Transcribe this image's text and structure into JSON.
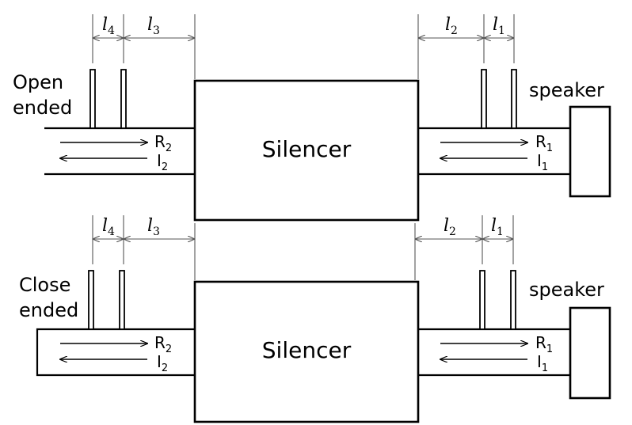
{
  "top": {
    "end_label_line1": "Open",
    "end_label_line2": "ended",
    "silencer": "Silencer",
    "speaker": "speaker",
    "dims": {
      "l4": "l",
      "l4_sub": "4",
      "l3": "l",
      "l3_sub": "3",
      "l2": "l",
      "l2_sub": "2",
      "l1": "l",
      "l1_sub": "1"
    },
    "left_waves": {
      "R": "R",
      "R_sub": "2",
      "I": "I",
      "I_sub": "2"
    },
    "right_waves": {
      "R": "R",
      "R_sub": "1",
      "I": "I",
      "I_sub": "1"
    }
  },
  "bottom": {
    "end_label_line1": "Close",
    "end_label_line2": "ended",
    "silencer": "Silencer",
    "speaker": "speaker",
    "dims": {
      "l4": "l",
      "l4_sub": "4",
      "l3": "l",
      "l3_sub": "3",
      "l2": "l",
      "l2_sub": "2",
      "l1": "l",
      "l1_sub": "1"
    },
    "left_waves": {
      "R": "R",
      "R_sub": "2",
      "I": "I",
      "I_sub": "2"
    },
    "right_waves": {
      "R": "R",
      "R_sub": "1",
      "I": "I",
      "I_sub": "1"
    }
  }
}
